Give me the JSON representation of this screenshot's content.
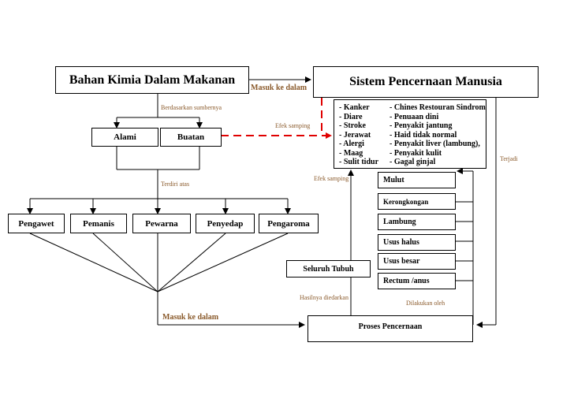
{
  "boxes": {
    "bahan": "Bahan Kimia Dalam Makanan",
    "sistem": "Sistem Pencernaan Manusia",
    "alami": "Alami",
    "buatan": "Buatan",
    "pengawet": "Pengawet",
    "pemanis": "Pemanis",
    "pewarna": "Pewarna",
    "penyedap": "Penyedap",
    "pengaroma": "Pengaroma",
    "mulut": "Mulut",
    "kerongkongan": "Kerongkongan",
    "lambung": "Lambung",
    "usus_halus": "Usus halus",
    "usus_besar": "Usus besar",
    "rectum": "Rectum /anus",
    "seluruh_tubuh": "Seluruh Tubuh",
    "proses": "Proses Pencernaan"
  },
  "effects_left": [
    "- Kanker",
    "- Diare",
    "- Stroke",
    "- Jerawat",
    "- Alergi",
    "- Maag",
    "- Sulit tidur"
  ],
  "effects_right": [
    "- Chines Restouran Sindrom",
    "- Penuaan dini",
    "- Penyakit jantung",
    "- Haid tidak normal",
    "- Penyakit liver (lambung),",
    "- Penyakit kulit",
    "- Gagal ginjal"
  ],
  "labels": {
    "masuk_top": "Masuk ke dalam",
    "berdasarkan": "Berdasarkan sumbernya",
    "efek_samping_1": "Efek samping",
    "efek_samping_2": "Efek samping",
    "terdiri": "Terdiri  atas",
    "terjadi": "Terjadi",
    "hasilnya": "Hasilnya diedarkan",
    "dilakukan": "Dilakukan oleh",
    "masuk_bottom": "Masuk ke dalam"
  },
  "colors": {
    "dashed": "#e00000",
    "label": "#8a5a2b"
  }
}
